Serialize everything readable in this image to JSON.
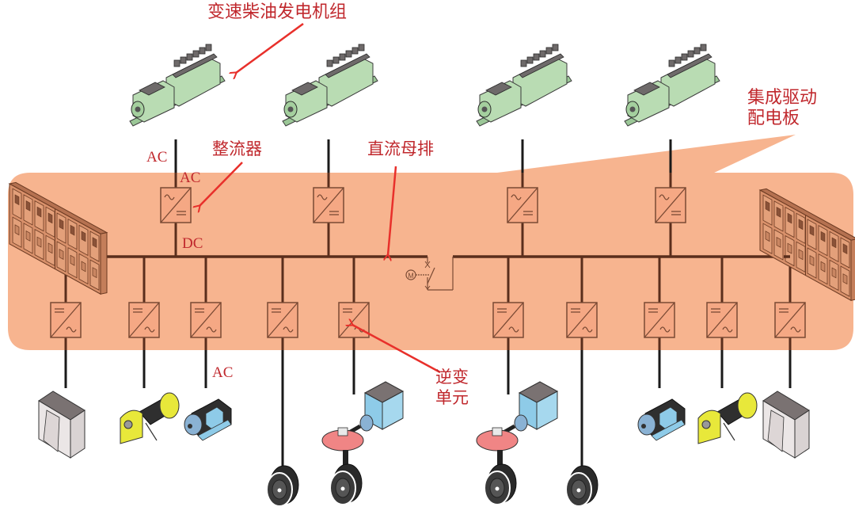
{
  "diagram": {
    "title": "Integrated drive switchboard DC-grid propulsion system",
    "colors": {
      "panel_fill": "#f7b48f",
      "bus_line": "#5a2e1c",
      "converter_stroke": "#7a4a34",
      "label_text": "#c0282d",
      "arrow": "#e8302b",
      "generator_green": "#b9dcb3",
      "motor_blue": "#8ecbe8",
      "winch_yellow": "#e8e83a",
      "thruster_pink": "#f08585",
      "cabinet_grey": "#e8e2e2"
    },
    "labels": {
      "generator_set": "变速柴油发电机组",
      "integrated_switchboard_line1": "集成驱动",
      "integrated_switchboard_line2": "配电板",
      "rectifier": "整流器",
      "dc_busbar": "直流母排",
      "inverter_line1": "逆变",
      "inverter_line2": "单元",
      "ac_generator_side": "AC",
      "ac_rectifier_input": "AC",
      "dc_rectifier_output": "DC",
      "ac_load_side": "AC"
    },
    "symbols": {
      "ac": "~",
      "dc": "="
    },
    "generators": [
      {
        "id": "gen-1",
        "type": "variable-speed-diesel-generator"
      },
      {
        "id": "gen-2",
        "type": "variable-speed-diesel-generator"
      },
      {
        "id": "gen-3",
        "type": "variable-speed-diesel-generator"
      },
      {
        "id": "gen-4",
        "type": "variable-speed-diesel-generator"
      }
    ],
    "rectifiers": [
      {
        "id": "rect-1",
        "conversion": "AC/DC"
      },
      {
        "id": "rect-2",
        "conversion": "AC/DC"
      },
      {
        "id": "rect-3",
        "conversion": "AC/DC"
      },
      {
        "id": "rect-4",
        "conversion": "AC/DC"
      }
    ],
    "inverters": [
      {
        "id": "inv-1",
        "conversion": "DC/AC",
        "load": "cabinet"
      },
      {
        "id": "inv-2",
        "conversion": "DC/AC",
        "load": "winch"
      },
      {
        "id": "inv-3",
        "conversion": "DC/AC",
        "load": "motor"
      },
      {
        "id": "inv-4",
        "conversion": "DC/AC",
        "load": "thruster"
      },
      {
        "id": "inv-5",
        "conversion": "DC/AC",
        "load": "azimuth-thruster"
      },
      {
        "id": "inv-6",
        "conversion": "DC/AC",
        "load": "azimuth-thruster"
      },
      {
        "id": "inv-7",
        "conversion": "DC/AC",
        "load": "thruster"
      },
      {
        "id": "inv-8",
        "conversion": "DC/AC",
        "load": "motor"
      },
      {
        "id": "inv-9",
        "conversion": "DC/AC",
        "load": "winch"
      },
      {
        "id": "inv-10",
        "conversion": "DC/AC",
        "load": "cabinet"
      }
    ],
    "bus_tie": {
      "type": "motorized-bus-tie-breaker",
      "symbol": "M"
    },
    "switchboards": [
      {
        "id": "swbd-left",
        "type": "switchboard-cabinet"
      },
      {
        "id": "swbd-right",
        "type": "switchboard-cabinet"
      }
    ]
  }
}
